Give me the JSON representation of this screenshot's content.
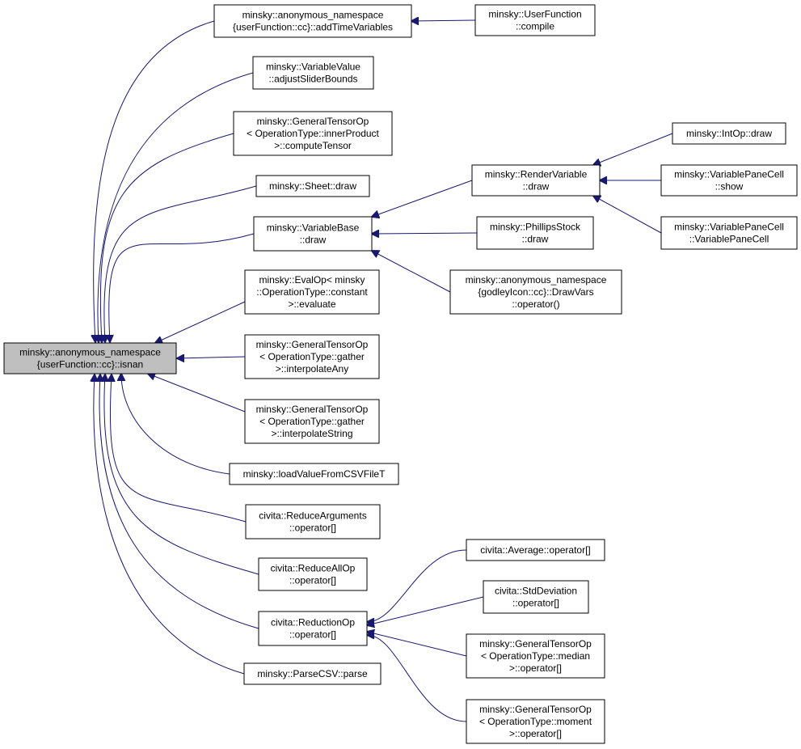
{
  "diagram": {
    "type": "call-graph",
    "colors": {
      "edge": "#191970",
      "root_fill": "#bfbfbf",
      "node_fill": "#ffffff",
      "border": "#000000"
    },
    "nodes": [
      {
        "id": "isnan",
        "root": true,
        "lines": [
          "minsky::anonymous_namespace",
          "{userFunction::cc}::isnan"
        ]
      },
      {
        "id": "addTimeVariables",
        "lines": [
          "minsky::anonymous_namespace",
          "{userFunction::cc}::addTimeVariables"
        ]
      },
      {
        "id": "compile",
        "lines": [
          "minsky::UserFunction",
          "::compile"
        ]
      },
      {
        "id": "adjustSliderBounds",
        "lines": [
          "minsky::VariableValue",
          "::adjustSliderBounds"
        ]
      },
      {
        "id": "computeTensor",
        "lines": [
          "minsky::GeneralTensorOp",
          "< OperationType::innerProduct",
          ">::computeTensor"
        ]
      },
      {
        "id": "sheetDraw",
        "lines": [
          "minsky::Sheet::draw"
        ]
      },
      {
        "id": "variableBaseDraw",
        "lines": [
          "minsky::VariableBase",
          "::draw"
        ]
      },
      {
        "id": "renderVariableDraw",
        "lines": [
          "minsky::RenderVariable",
          "::draw"
        ]
      },
      {
        "id": "intOpDraw",
        "lines": [
          "minsky::IntOp::draw"
        ]
      },
      {
        "id": "paneCellShow",
        "lines": [
          "minsky::VariablePaneCell",
          "::show"
        ]
      },
      {
        "id": "paneCellCtor",
        "lines": [
          "minsky::VariablePaneCell",
          "::VariablePaneCell"
        ]
      },
      {
        "id": "phillipsDraw",
        "lines": [
          "minsky::PhillipsStock",
          "::draw"
        ]
      },
      {
        "id": "drawVars",
        "lines": [
          "minsky::anonymous_namespace",
          "{godleyIcon::cc}::DrawVars",
          "::operator()"
        ]
      },
      {
        "id": "evaluate",
        "lines": [
          "minsky::EvalOp< minsky",
          "::OperationType::constant",
          ">::evaluate"
        ]
      },
      {
        "id": "interpolateAny",
        "lines": [
          "minsky::GeneralTensorOp",
          "< OperationType::gather",
          ">::interpolateAny"
        ]
      },
      {
        "id": "interpolateString",
        "lines": [
          "minsky::GeneralTensorOp",
          "< OperationType::gather",
          ">::interpolateString"
        ]
      },
      {
        "id": "loadValue",
        "lines": [
          "minsky::loadValueFromCSVFileT"
        ]
      },
      {
        "id": "reduceArguments",
        "lines": [
          "civita::ReduceArguments",
          "::operator[]"
        ]
      },
      {
        "id": "reduceAllOp",
        "lines": [
          "civita::ReduceAllOp",
          "::operator[]"
        ]
      },
      {
        "id": "reductionOp",
        "lines": [
          "civita::ReductionOp",
          "::operator[]"
        ]
      },
      {
        "id": "average",
        "lines": [
          "civita::Average::operator[]"
        ]
      },
      {
        "id": "stdDeviation",
        "lines": [
          "civita::StdDeviation",
          "::operator[]"
        ]
      },
      {
        "id": "median",
        "lines": [
          "minsky::GeneralTensorOp",
          "< OperationType::median",
          ">::operator[]"
        ]
      },
      {
        "id": "moment",
        "lines": [
          "minsky::GeneralTensorOp",
          "< OperationType::moment",
          ">::operator[]"
        ]
      },
      {
        "id": "parseCSV",
        "lines": [
          "minsky::ParseCSV::parse"
        ]
      }
    ],
    "edges": [
      {
        "from": "addTimeVariables",
        "to": "isnan"
      },
      {
        "from": "adjustSliderBounds",
        "to": "isnan"
      },
      {
        "from": "computeTensor",
        "to": "isnan"
      },
      {
        "from": "sheetDraw",
        "to": "isnan"
      },
      {
        "from": "variableBaseDraw",
        "to": "isnan"
      },
      {
        "from": "evaluate",
        "to": "isnan"
      },
      {
        "from": "interpolateAny",
        "to": "isnan"
      },
      {
        "from": "interpolateString",
        "to": "isnan"
      },
      {
        "from": "loadValue",
        "to": "isnan"
      },
      {
        "from": "reduceArguments",
        "to": "isnan"
      },
      {
        "from": "reduceAllOp",
        "to": "isnan"
      },
      {
        "from": "reductionOp",
        "to": "isnan"
      },
      {
        "from": "parseCSV",
        "to": "isnan"
      },
      {
        "from": "compile",
        "to": "addTimeVariables"
      },
      {
        "from": "renderVariableDraw",
        "to": "variableBaseDraw"
      },
      {
        "from": "phillipsDraw",
        "to": "variableBaseDraw"
      },
      {
        "from": "drawVars",
        "to": "variableBaseDraw"
      },
      {
        "from": "intOpDraw",
        "to": "renderVariableDraw"
      },
      {
        "from": "paneCellShow",
        "to": "renderVariableDraw"
      },
      {
        "from": "paneCellCtor",
        "to": "renderVariableDraw"
      },
      {
        "from": "average",
        "to": "reductionOp"
      },
      {
        "from": "stdDeviation",
        "to": "reductionOp"
      },
      {
        "from": "median",
        "to": "reductionOp"
      },
      {
        "from": "moment",
        "to": "reductionOp"
      }
    ]
  }
}
